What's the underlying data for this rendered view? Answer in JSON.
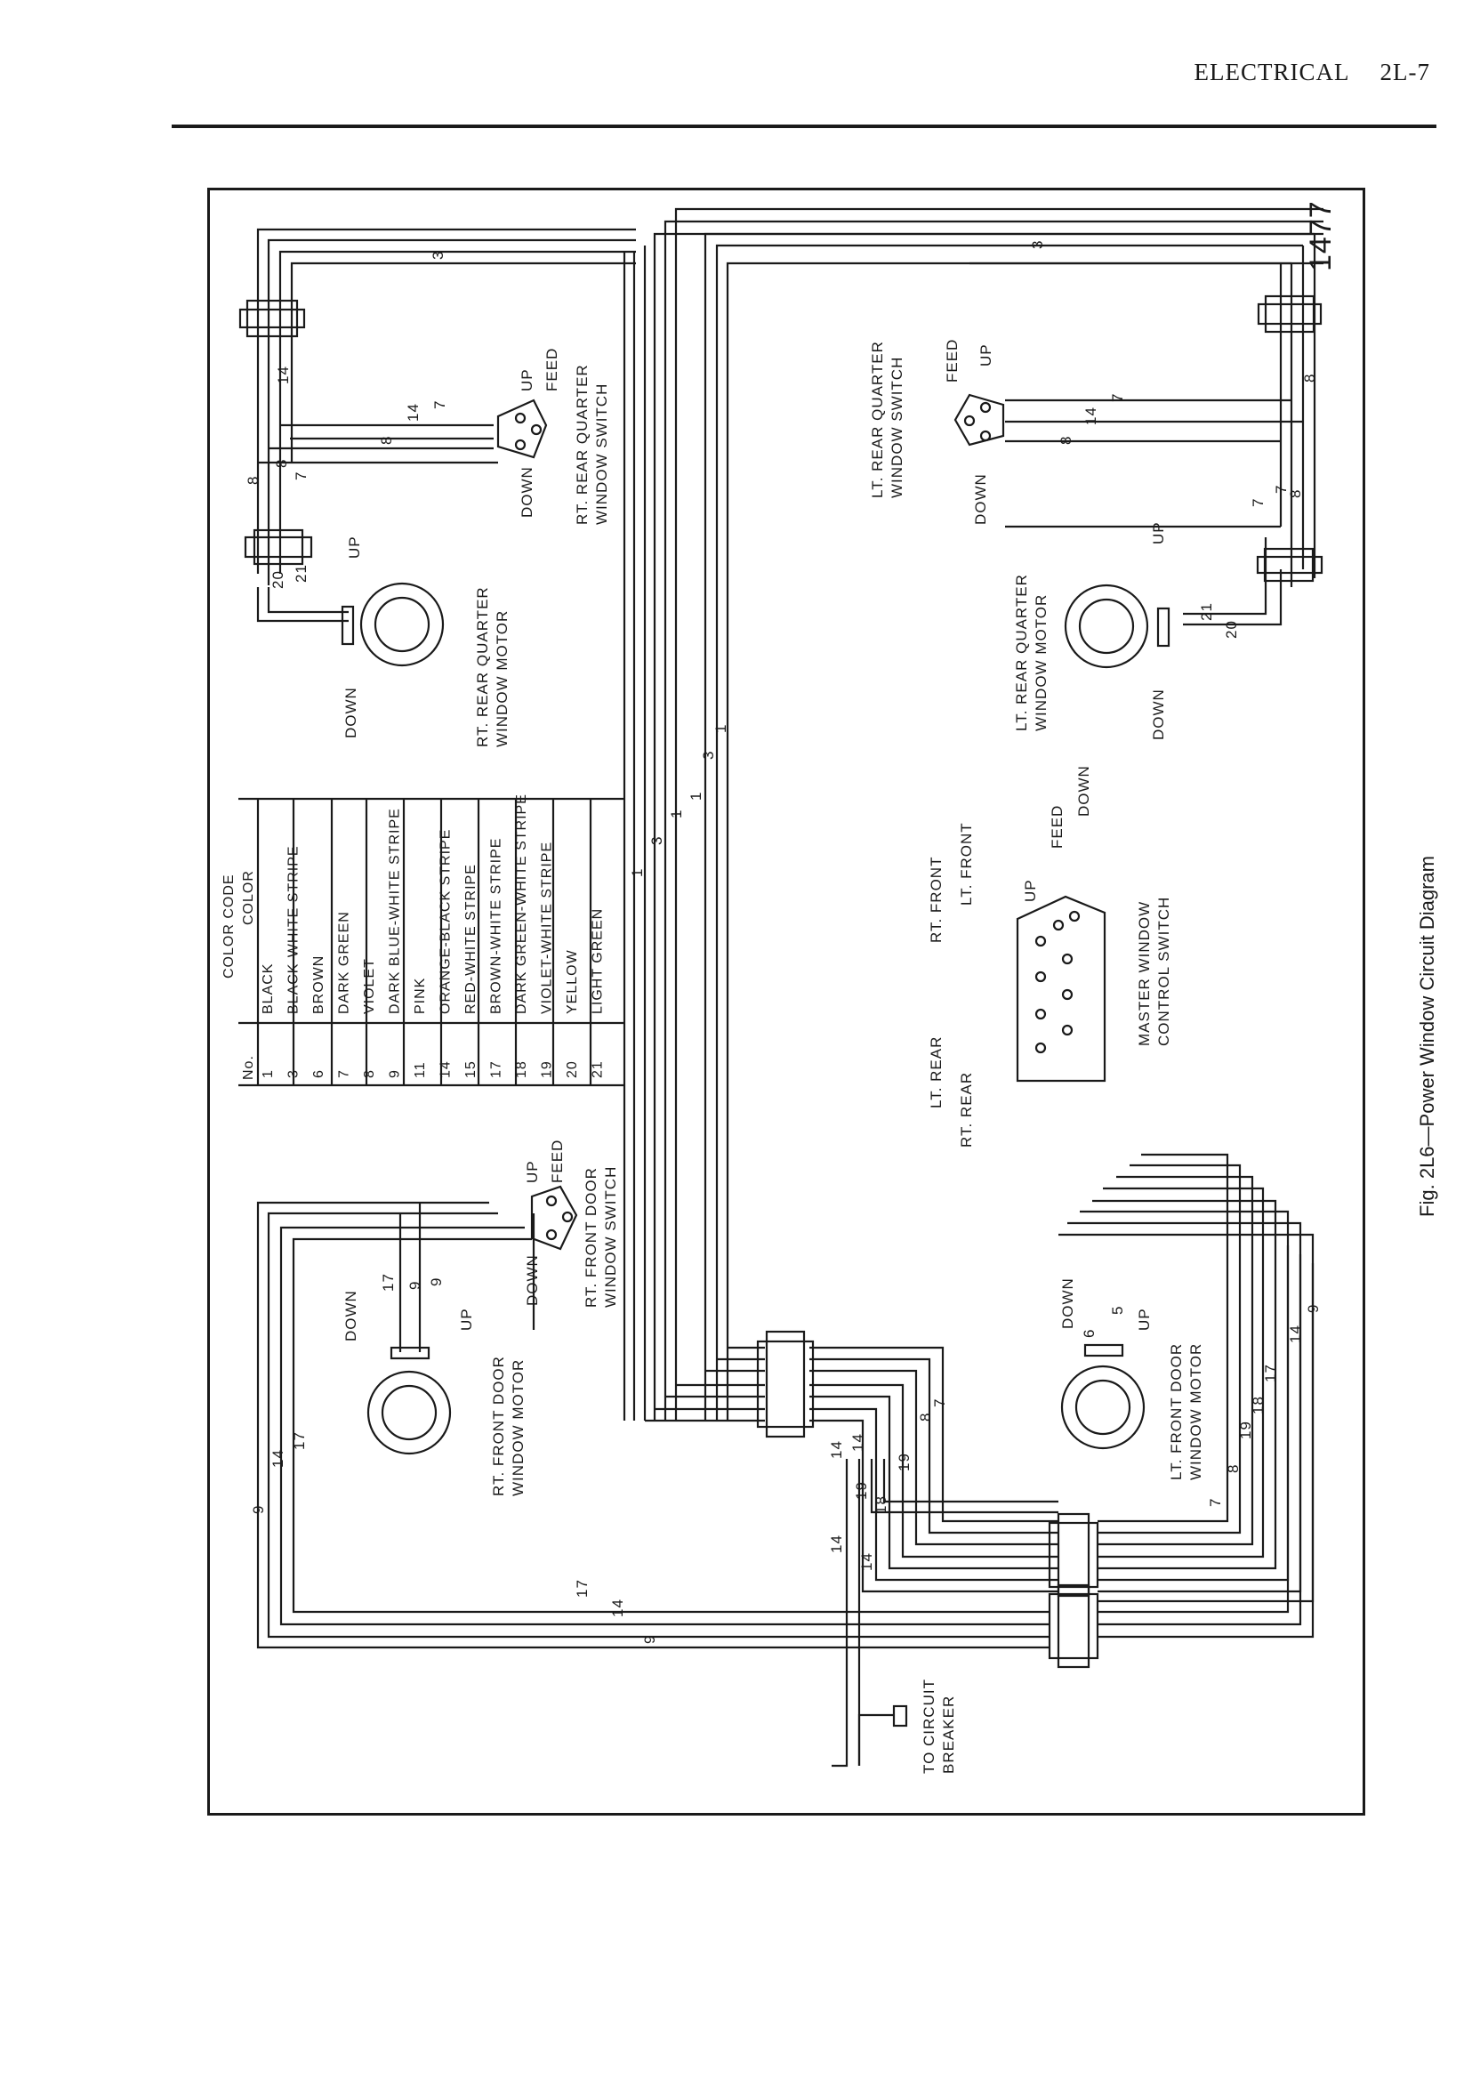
{
  "header": {
    "section": "ELECTRICAL",
    "page": "2L-7"
  },
  "figure": {
    "number": "1477",
    "caption": "Fig. 2L6—Power Window Circuit Diagram"
  },
  "color_code": {
    "title": "COLOR CODE",
    "col_no": "No.",
    "col_color": "COLOR",
    "rows": [
      {
        "no": "1",
        "color": "BLACK"
      },
      {
        "no": "3",
        "color": "BLACK-WHITE STRIPE"
      },
      {
        "no": "6",
        "color": "BROWN"
      },
      {
        "no": "7",
        "color": "DARK GREEN"
      },
      {
        "no": "8",
        "color": "VIOLET"
      },
      {
        "no": "9",
        "color": "DARK BLUE-WHITE STRIPE"
      },
      {
        "no": "11",
        "color": "PINK"
      },
      {
        "no": "14",
        "color": "ORANGE-BLACK STRIPE"
      },
      {
        "no": "15",
        "color": "RED-WHITE STRIPE"
      },
      {
        "no": "17",
        "color": "BROWN-WHITE STRIPE"
      },
      {
        "no": "18",
        "color": "DARK GREEN-WHITE STRIPE"
      },
      {
        "no": "19",
        "color": "VIOLET-WHITE STRIPE"
      },
      {
        "no": "20",
        "color": "YELLOW"
      },
      {
        "no": "21",
        "color": "LIGHT GREEN"
      }
    ]
  },
  "components": {
    "rt_rear_motor": [
      "RT. REAR QUARTER",
      "WINDOW MOTOR"
    ],
    "rt_rear_switch": [
      "RT. REAR QUARTER",
      "WINDOW SWITCH"
    ],
    "lt_rear_motor": [
      "LT. REAR QUARTER",
      "WINDOW MOTOR"
    ],
    "lt_rear_switch": [
      "LT. REAR QUARTER",
      "WINDOW SWITCH"
    ],
    "rt_front_motor": [
      "RT. FRONT DOOR",
      "WINDOW MOTOR"
    ],
    "rt_front_switch": [
      "RT. FRONT DOOR",
      "WINDOW SWITCH"
    ],
    "lt_front_motor": [
      "LT. FRONT DOOR",
      "WINDOW MOTOR"
    ],
    "master_switch": [
      "MASTER WINDOW",
      "CONTROL SWITCH"
    ],
    "circuit_breaker": [
      "TO CIRCUIT",
      "BREAKER"
    ]
  },
  "terminals": {
    "up": "UP",
    "down": "DOWN",
    "feed": "FEED",
    "rt_front": "RT. FRONT",
    "lt_front": "LT. FRONT",
    "lt_rear": "LT. REAR",
    "rt_rear": "RT. REAR"
  },
  "wire_labels": {
    "three": "3",
    "one": "1",
    "seven": "7",
    "eight": "8",
    "fourteen": "14",
    "twenty": "20",
    "twentyone": "21",
    "seventeen": "17",
    "nine": "9",
    "five": "5",
    "six": "6",
    "eighteen": "18",
    "nineteen": "19"
  }
}
